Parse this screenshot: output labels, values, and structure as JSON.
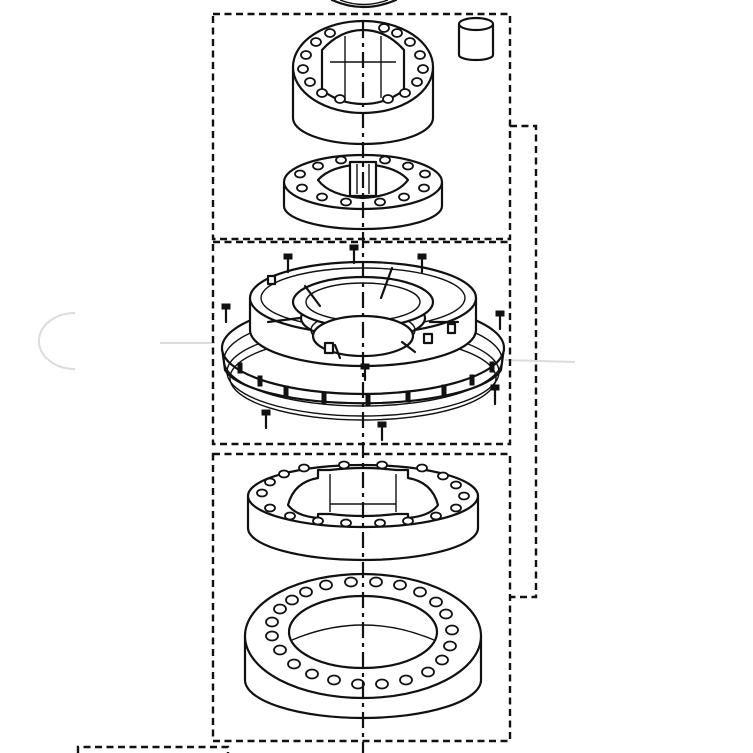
{
  "diagram": {
    "type": "exploded-assembly-drawing",
    "colors": {
      "line": "#111111",
      "background": "#ffffff",
      "glare": "#dcdcdc"
    },
    "groups": [
      {
        "id": "top-assembly",
        "parts": [
          "top-coupling-ring",
          "top-flange-disk",
          "small-cylinder-pin"
        ]
      },
      {
        "id": "middle-assembly",
        "parts": [
          "bearing-hub-assembly",
          "mounting-bolts"
        ]
      },
      {
        "id": "bottom-assembly",
        "parts": [
          "splined-ring",
          "large-base-ring"
        ]
      }
    ],
    "bracket": {
      "spans": [
        "top-assembly",
        "middle-assembly",
        "bottom-assembly"
      ],
      "side": "right"
    }
  }
}
